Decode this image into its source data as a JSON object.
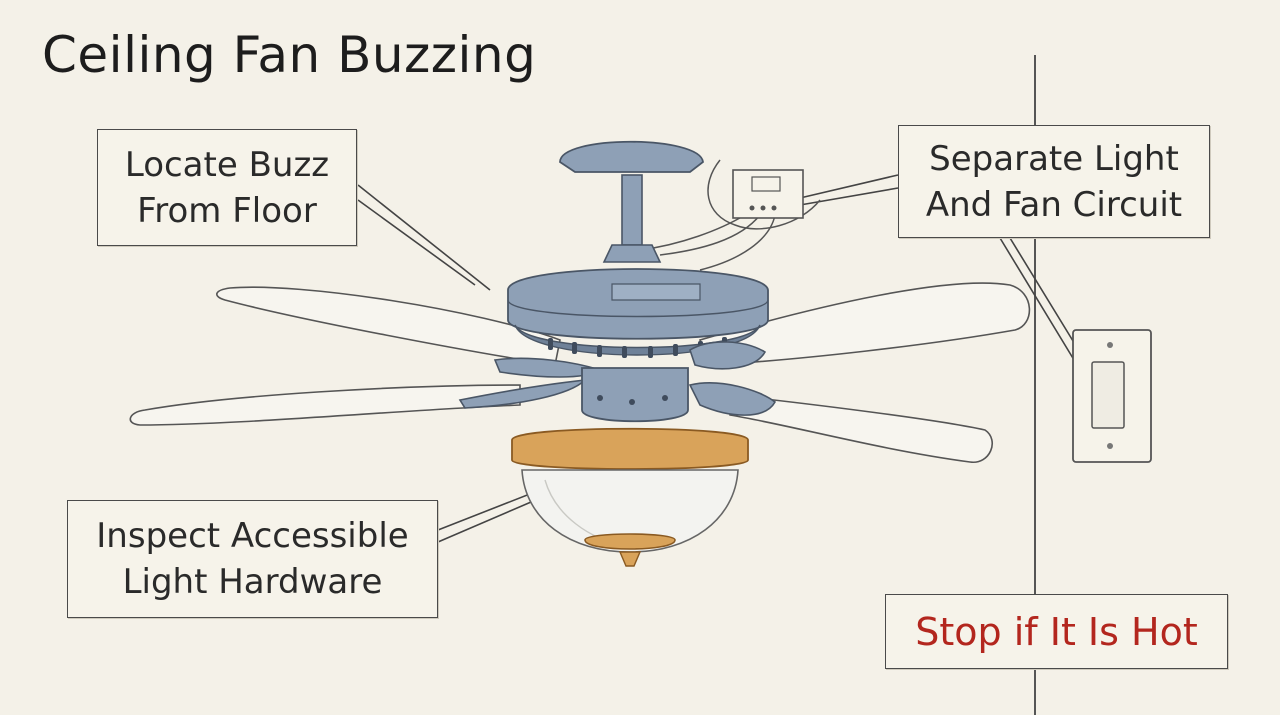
{
  "title": "Ceiling Fan Buzzing",
  "callouts": {
    "locate": "Locate Buzz\nFrom Floor",
    "separate": "Separate Light\nAnd Fan Circuit",
    "inspect": "Inspect Accessible\nLight Hardware",
    "stop": "Stop if It Is Hot"
  },
  "colors": {
    "background": "#f4f1e8",
    "fan_body": "#8ea0b6",
    "fan_shadow": "#6f8198",
    "blade": "#f7f5ef",
    "wood_trim": "#d9a35a",
    "glass": "#f3f3f0",
    "warning_text": "#b3261e",
    "outline": "#4a4a4a"
  }
}
